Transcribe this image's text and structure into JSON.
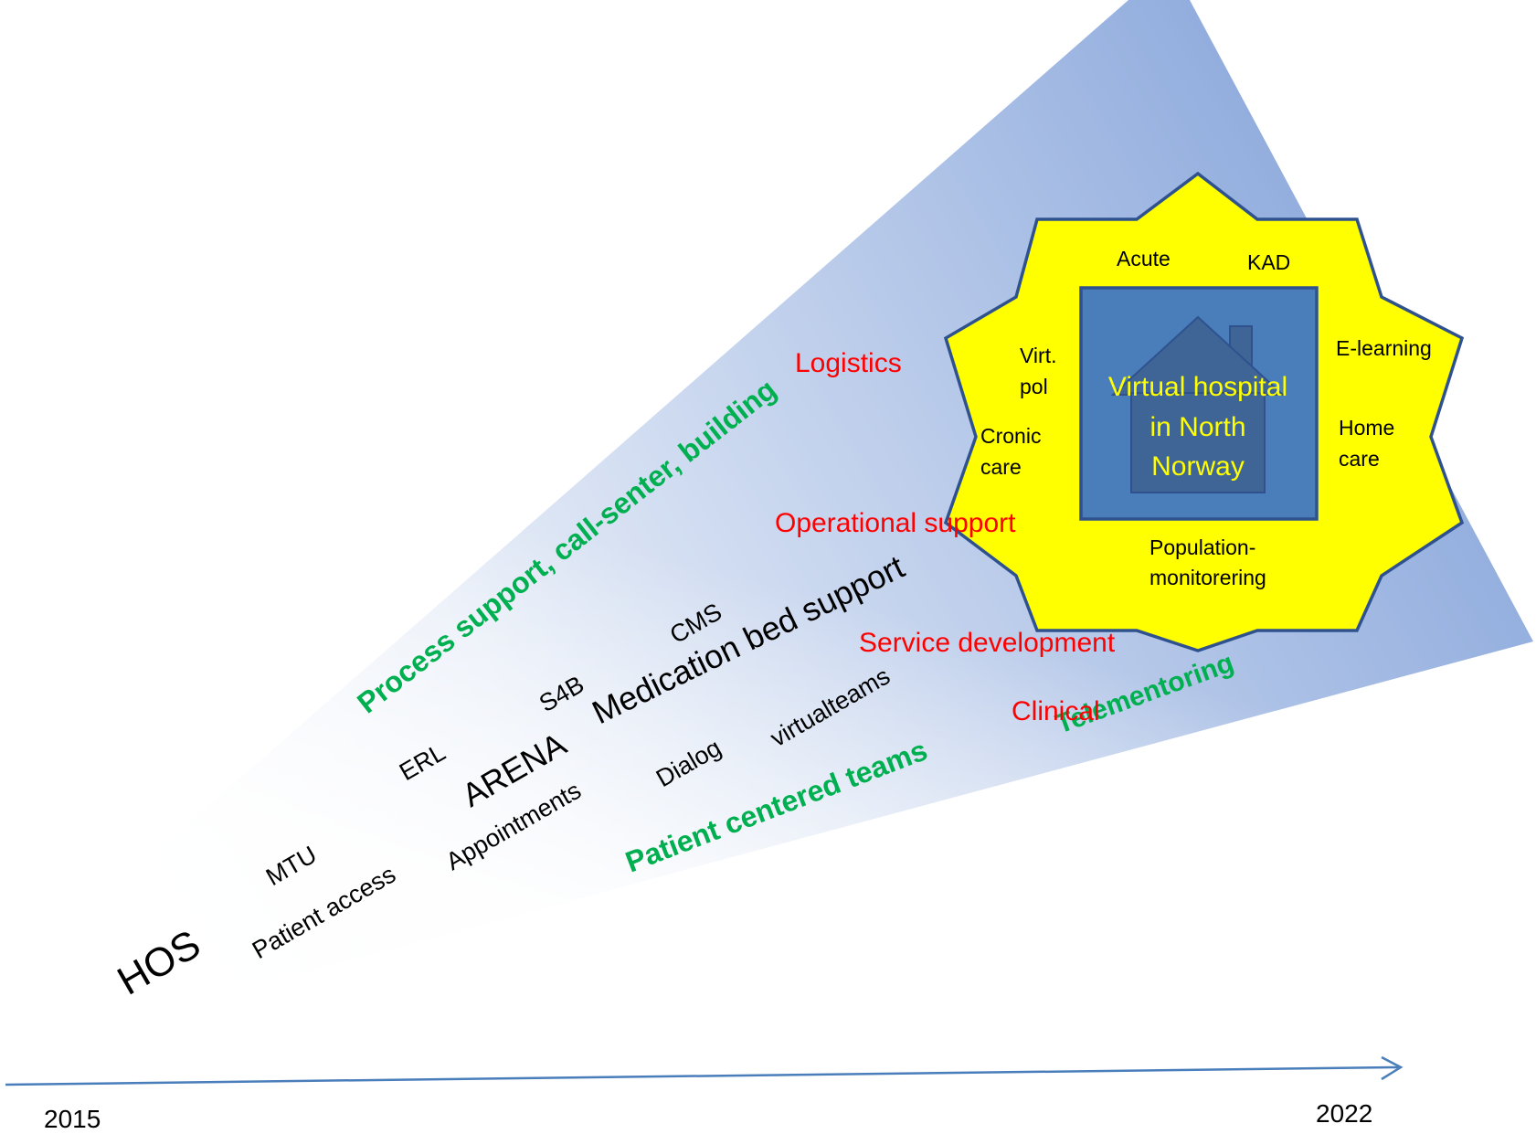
{
  "colors": {
    "wedge_dark": "#8fabdd",
    "wedge_light": "#ffffff",
    "star_fill": "#ffff00",
    "star_stroke": "#2f528f",
    "box_fill": "#4a7ebb",
    "house_fill": "#3e6596",
    "axis": "#4a7ebb",
    "green": "#00b050",
    "red": "#ff0000"
  },
  "timeline": {
    "start": "2015",
    "end": "2022"
  },
  "wedge_labels": {
    "hos": "HOS",
    "patient_access": "Patient access",
    "mtu": "MTU",
    "appointments": "Appointments",
    "arena": "ARENA",
    "erl": "ERL",
    "dialog": "Dialog",
    "s4b": "S4B",
    "medication": "Medication bed support",
    "cms": "CMS",
    "virtualteams": "virtualteams"
  },
  "green_labels": {
    "process_support": "Process support,  call-senter,  building",
    "patient_teams": "Patient centered teams",
    "telementoring": "Telementoring"
  },
  "red_labels": {
    "logistics": "Logistics",
    "operational": "Operational support",
    "service": "Service development",
    "clinical": "Clinical"
  },
  "star": {
    "acute": "Acute",
    "kad": "KAD",
    "virt_line1": "Virt.",
    "virt_line2": "pol",
    "elearning": "E-learning",
    "cronic_line1": "Cronic",
    "cronic_line2": "care",
    "home_line1": "Home",
    "home_line2": "care",
    "population_line1": "Population-",
    "population_line2": "monitorering",
    "center_line1": "Virtual hospital",
    "center_line2": "in North",
    "center_line3": "Norway"
  }
}
